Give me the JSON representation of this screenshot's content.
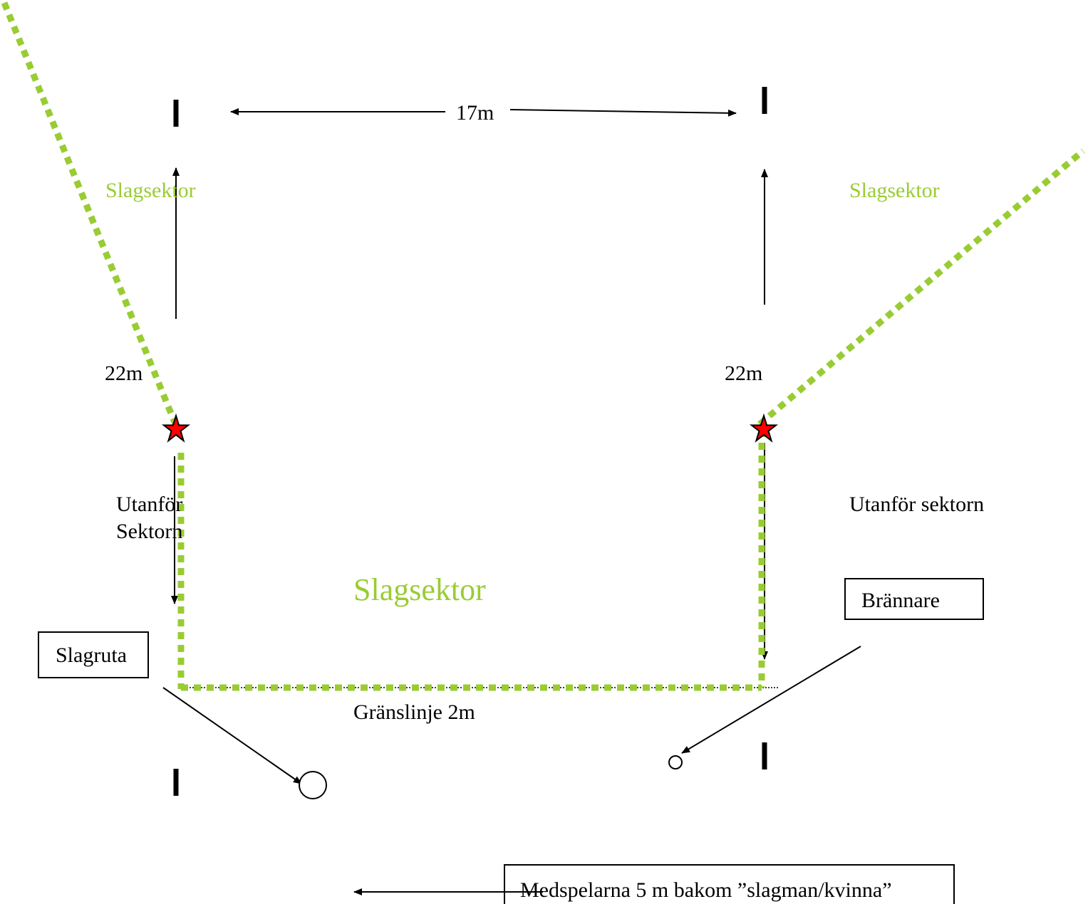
{
  "colors": {
    "sector_green": "#99cc33",
    "star_fill": "#ff0000",
    "ink": "#000000"
  },
  "labels": {
    "distance_width": "17m",
    "distance_left": "22m",
    "distance_right": "22m",
    "slagsektor_left": "Slagsektor",
    "slagsektor_right": "Slagsektor",
    "slagsektor_center": "Slagsektor",
    "utanfor_left_1": "Utanför",
    "utanfor_left_2": "Sektorn",
    "utanfor_right": "Utanför sektorn",
    "granslinje": "Gränslinje 2m"
  },
  "boxes": {
    "slagruta": "Slagruta",
    "brannare": "Brännare",
    "medspelarna": "Medspelarna 5 m bakom ”slagman/kvinna”"
  },
  "icons": {
    "base_left": "star-icon",
    "base_right": "star-icon",
    "player_batter": "circle-icon",
    "player_burner": "circle-icon"
  }
}
